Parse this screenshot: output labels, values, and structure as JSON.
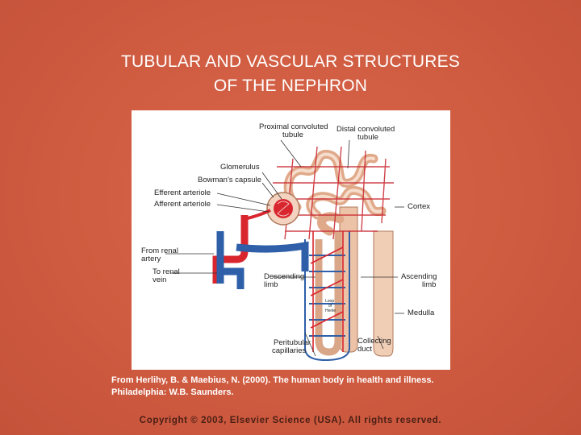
{
  "slide": {
    "title_line1": "TUBULAR AND VASCULAR STRUCTURES",
    "title_line2": "OF THE NEPHRON",
    "credit_line1": "From Herlihy, B. & Maebius, N. (2000). The human body in health and illness.",
    "credit_line2": "Philadelphia: W.B. Saunders.",
    "copyright": "Copyright © 2003, Elsevier Science (USA). All rights reserved."
  },
  "labels": {
    "proximal_1": "Proximal convoluted",
    "proximal_2": "tubule",
    "distal_1": "Distal convoluted",
    "distal_2": "tubule",
    "glomerulus": "Glomerulus",
    "bowmans": "Bowman's capsule",
    "efferent": "Efferent arteriole",
    "afferent": "Afferent arteriole",
    "from_renal_1": "From renal",
    "from_renal_2": "artery",
    "to_renal_1": "To renal",
    "to_renal_2": "vein",
    "descending_1": "Descending",
    "descending_2": "limb",
    "ascending_1": "Ascending",
    "ascending_2": "limb",
    "cortex": "Cortex",
    "medulla": "Medulla",
    "peritubular_1": "Peritubular",
    "peritubular_2": "capillaries",
    "collecting_1": "Collecting",
    "collecting_2": "duct",
    "loop_1": "Loop",
    "loop_2": "of",
    "loop_3": "Henle"
  },
  "colors": {
    "artery": "#d9262e",
    "vein": "#2e5fa8",
    "tubule": "#e8b89a",
    "background": "#cf5b40"
  }
}
